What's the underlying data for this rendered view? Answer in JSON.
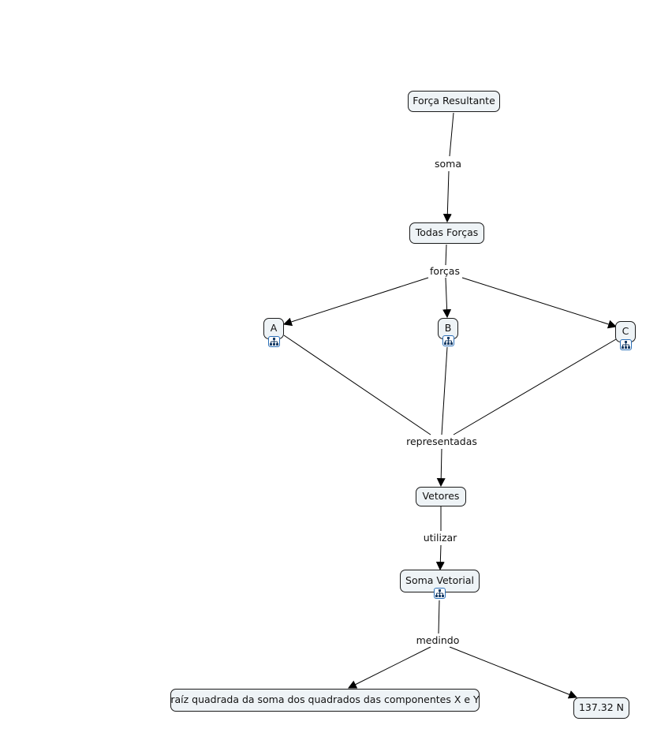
{
  "concepts": {
    "forca_resultante": "Força Resultante",
    "todas_forcas": "Todas Forças",
    "a": "A",
    "b": "B",
    "c": "C",
    "vetores": "Vetores",
    "soma_vetorial": "Soma Vetorial",
    "raiz": "raíz quadrada da soma dos quadrados das componentes X e Y",
    "valor": "137.32 N"
  },
  "linking_phrases": {
    "soma": "soma",
    "forcas": "forças",
    "representadas": "representadas",
    "utilizar": "utilizar",
    "medindo": "medindo"
  },
  "icons": [
    "concept-map-link-icon"
  ],
  "colors": {
    "node_fill": "#eef3f6",
    "node_border": "#1a1a1a",
    "icon_border": "#2a6fb8",
    "line": "#000000"
  }
}
